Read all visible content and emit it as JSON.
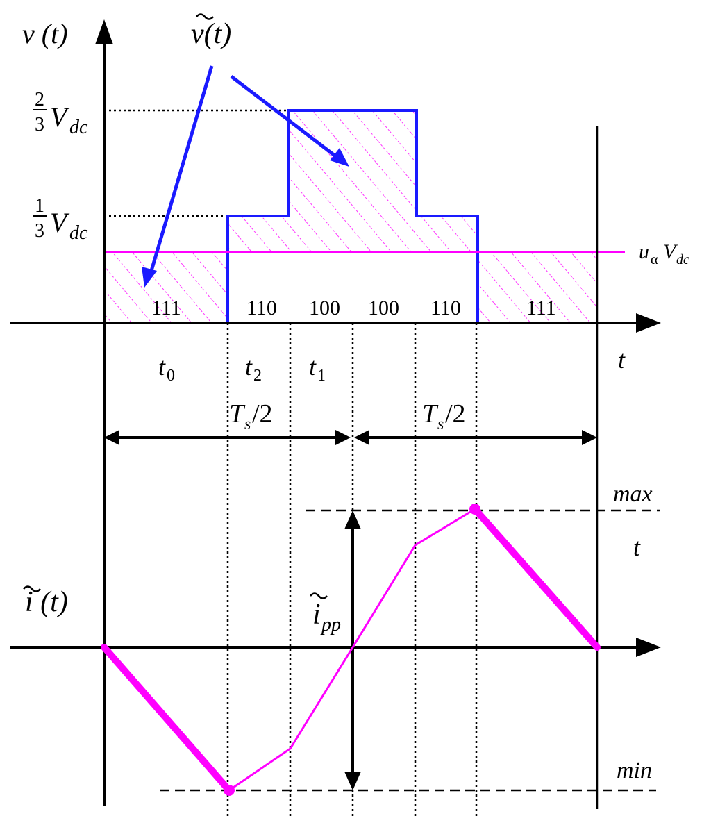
{
  "axes": {
    "voltage_axis": "v (t)",
    "current_axis": "i (t)",
    "time_axis_top": "t",
    "time_axis_bottom": "t"
  },
  "labels": {
    "v_tilde": "v(t)",
    "two_thirds_num": "2",
    "two_thirds_den": "3",
    "one_third_num": "1",
    "one_third_den": "3",
    "vdc_main": "V",
    "vdc_sub": "dc",
    "u_alpha": "u",
    "u_alpha_sub": "α",
    "u_vdc_main": "V",
    "u_vdc_sub": "dc",
    "half_period_main": "T",
    "half_period_sub": "s",
    "half_period_rest": "/2",
    "max": "max",
    "min": "min",
    "ipp_main": "i",
    "ipp_sub": "pp"
  },
  "switching_states": [
    "111",
    "110",
    "100",
    "100",
    "110",
    "111"
  ],
  "time_intervals": [
    {
      "main": "t",
      "sub": "0"
    },
    {
      "main": "t",
      "sub": "2"
    },
    {
      "main": "t",
      "sub": "1"
    }
  ],
  "colors": {
    "voltage_waveform": "#1a1aff",
    "arrow": "#1a1aff",
    "hatch": "#ff33ff",
    "current_waveform": "#ff00ff",
    "axes": "#000000"
  }
}
